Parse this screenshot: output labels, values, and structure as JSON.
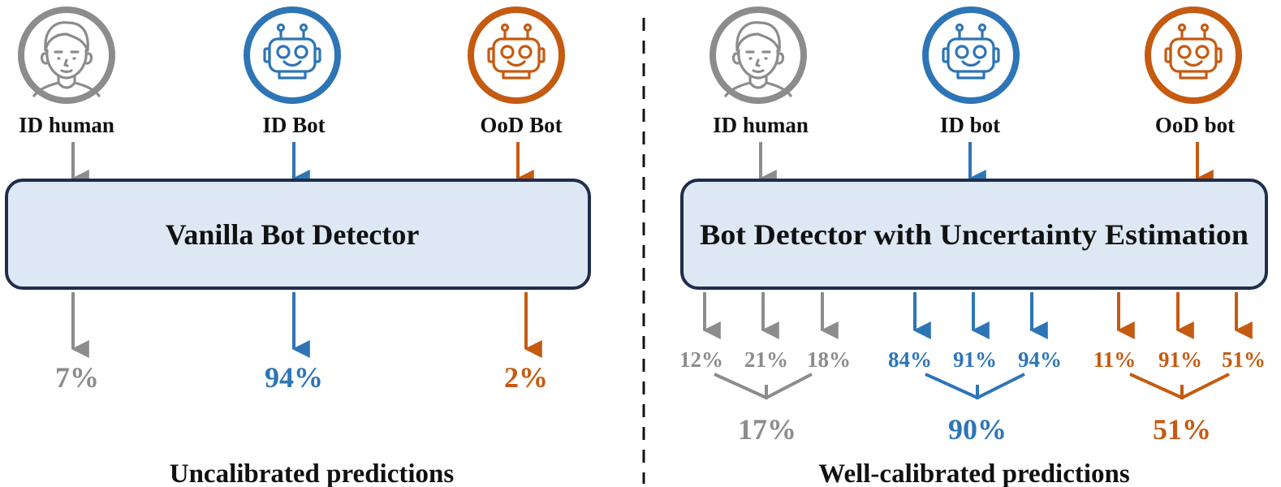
{
  "colors": {
    "human": "#8c8c8c",
    "id_bot": "#2e75b6",
    "ood_bot": "#c55a11",
    "box_fill": "#dde8f4",
    "box_stroke": "#1f2d4d"
  },
  "icons": {
    "human": "person-face-icon",
    "id_bot": "robot-face-icon",
    "ood_bot": "robot-face-icon"
  },
  "left": {
    "inputs": [
      "ID human",
      "ID Bot",
      "OoD Bot"
    ],
    "detector": "Vanilla Bot Detector",
    "outputs": [
      "7%",
      "94%",
      "2%"
    ],
    "caption": "Uncalibrated predictions"
  },
  "right": {
    "inputs": [
      "ID human",
      "ID bot",
      "OoD bot"
    ],
    "detector": "Bot Detector with Uncertainty Estimation",
    "groups": [
      {
        "samples": [
          "12%",
          "21%",
          "18%"
        ],
        "mean": "17%"
      },
      {
        "samples": [
          "84%",
          "91%",
          "94%"
        ],
        "mean": "90%"
      },
      {
        "samples": [
          "11%",
          "91%",
          "51%"
        ],
        "mean": "51%"
      }
    ],
    "caption": "Well-calibrated predictions"
  }
}
